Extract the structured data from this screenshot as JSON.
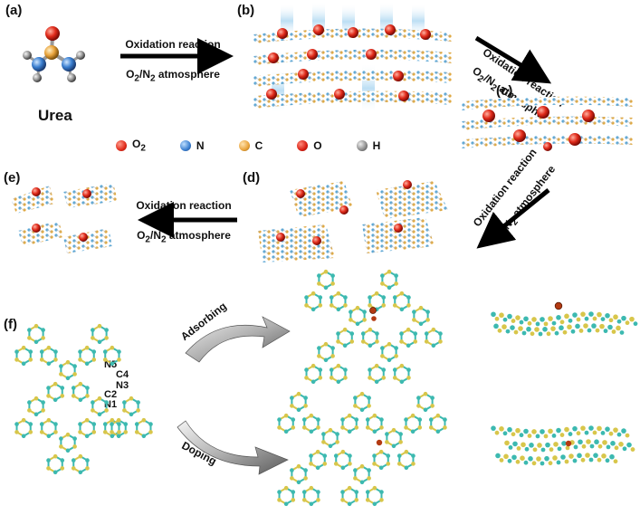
{
  "panels": {
    "a": "(a)",
    "b": "(b)",
    "c": "(c)",
    "d": "(d)",
    "e": "(e)",
    "f": "(f)"
  },
  "urea_label": "Urea",
  "reaction": {
    "title": "Oxidation reaction",
    "atmosphere_prefix": "O",
    "atmosphere_sub1": "2",
    "atmosphere_mid": "/N",
    "atmosphere_sub2": "2",
    "atmosphere_suffix": " atmosphere"
  },
  "legend": [
    {
      "symbol": "O",
      "sub": "2",
      "color": "#e02a1a"
    },
    {
      "symbol": "N",
      "sub": "",
      "color": "#3a7fd0"
    },
    {
      "symbol": "C",
      "sub": "",
      "color": "#e8a23a"
    },
    {
      "symbol": "O",
      "sub": "",
      "color": "#d81e12"
    },
    {
      "symbol": "H",
      "sub": "",
      "color": "#777777"
    }
  ],
  "process": {
    "adsorbing": "Adsorbing",
    "doping": "Doping"
  },
  "atom_labels": [
    "N5",
    "C4",
    "N3",
    "C2",
    "N1"
  ],
  "colors": {
    "n_teal": "#3cb9b0",
    "c_yellow": "#d8c64a",
    "o_red": "#b33a12"
  }
}
